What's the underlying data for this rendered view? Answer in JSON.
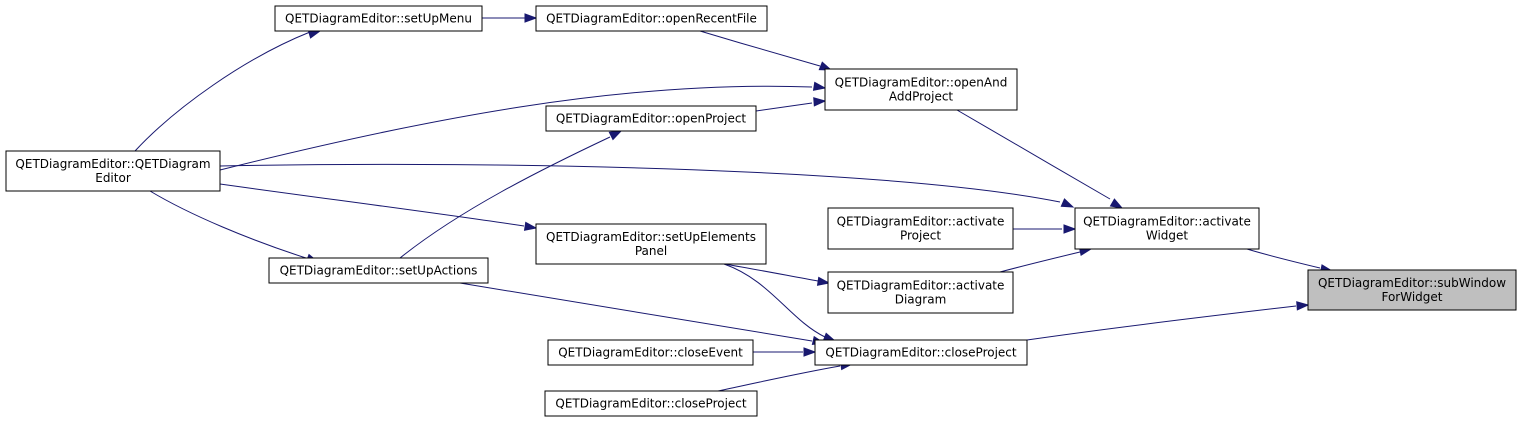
{
  "colors": {
    "edge": "#191970",
    "node_border": "#000000",
    "node_fill": "#ffffff",
    "highlight_fill": "#bfbfbf"
  },
  "nodes": [
    {
      "id": "setUpMenu",
      "lines": [
        "QETDiagramEditor::setUpMenu"
      ]
    },
    {
      "id": "openRecentFile",
      "lines": [
        "QETDiagramEditor::openRecentFile"
      ]
    },
    {
      "id": "openAndAddProject",
      "lines": [
        "QETDiagramEditor::openAnd",
        "AddProject"
      ]
    },
    {
      "id": "openProject",
      "lines": [
        "QETDiagramEditor::openProject"
      ]
    },
    {
      "id": "ctor",
      "lines": [
        "QETDiagramEditor::QETDiagram",
        "Editor"
      ]
    },
    {
      "id": "activateProject",
      "lines": [
        "QETDiagramEditor::activate",
        "Project"
      ]
    },
    {
      "id": "activateWidget",
      "lines": [
        "QETDiagramEditor::activate",
        "Widget"
      ]
    },
    {
      "id": "setUpElementsPanel",
      "lines": [
        "QETDiagramEditor::setUpElements",
        "Panel"
      ]
    },
    {
      "id": "setUpActions",
      "lines": [
        "QETDiagramEditor::setUpActions"
      ]
    },
    {
      "id": "activateDiagram",
      "lines": [
        "QETDiagramEditor::activate",
        "Diagram"
      ]
    },
    {
      "id": "subWindowForWidget",
      "lines": [
        "QETDiagramEditor::subWindow",
        "ForWidget"
      ],
      "highlight": true
    },
    {
      "id": "closeEvent",
      "lines": [
        "QETDiagramEditor::closeEvent"
      ]
    },
    {
      "id": "closeProject",
      "lines": [
        "QETDiagramEditor::closeProject"
      ]
    },
    {
      "id": "closeProject2",
      "lines": [
        "QETDiagramEditor::closeProject"
      ]
    }
  ],
  "edges": [
    {
      "from": "ctor",
      "to": "setUpMenu"
    },
    {
      "from": "setUpMenu",
      "to": "openRecentFile"
    },
    {
      "from": "openRecentFile",
      "to": "openAndAddProject"
    },
    {
      "from": "ctor",
      "to": "openAndAddProject"
    },
    {
      "from": "openProject",
      "to": "openAndAddProject"
    },
    {
      "from": "setUpActions",
      "to": "openProject"
    },
    {
      "from": "openAndAddProject",
      "to": "activateWidget"
    },
    {
      "from": "ctor",
      "to": "activateWidget"
    },
    {
      "from": "activateProject",
      "to": "activateWidget"
    },
    {
      "from": "activateDiagram",
      "to": "activateWidget"
    },
    {
      "from": "activateWidget",
      "to": "subWindowForWidget"
    },
    {
      "from": "ctor",
      "to": "setUpElementsPanel"
    },
    {
      "from": "ctor",
      "to": "setUpActions"
    },
    {
      "from": "setUpElementsPanel",
      "to": "activateDiagram"
    },
    {
      "from": "setUpElementsPanel",
      "to": "closeProject"
    },
    {
      "from": "setUpActions",
      "to": "closeProject"
    },
    {
      "from": "closeEvent",
      "to": "closeProject"
    },
    {
      "from": "closeProject2",
      "to": "closeProject"
    },
    {
      "from": "closeProject",
      "to": "subWindowForWidget"
    }
  ]
}
